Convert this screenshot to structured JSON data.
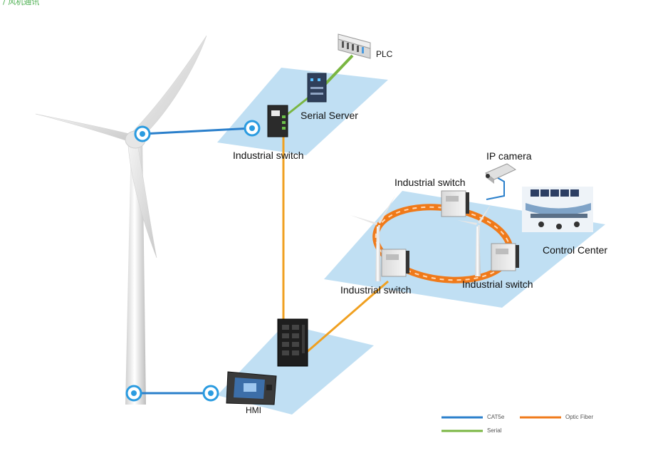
{
  "top_note": "/ 风机通讯",
  "labels": {
    "plc": "PLC",
    "serial_server": "Serial Server",
    "industrial_switch_top": "Industrial switch",
    "ip_camera": "IP camera",
    "industrial_switch_ring_top": "Industrial switch",
    "control_center": "Control Center",
    "industrial_switch_ring_left": "Industrial switch",
    "industrial_switch_ring_right": "Industrial switch",
    "hmi": "HMI"
  },
  "legend": {
    "cat5e": "CAT5e",
    "optic_fiber": "Optic Fiber",
    "serial": "Serial"
  },
  "colors": {
    "cat5e": "#2a7fcb",
    "optic_fiber": "#f07a1a",
    "serial": "#7ab642",
    "fiber_link": "#f0a020",
    "platform": "#b9dcf2"
  }
}
